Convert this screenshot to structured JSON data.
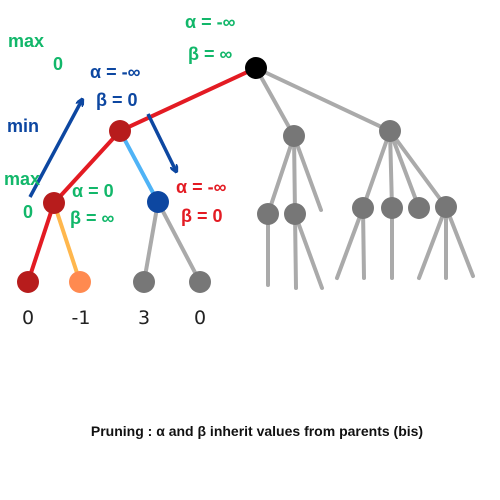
{
  "colors": {
    "green": "#12b76a",
    "blue": "#0d47a1",
    "red": "#e31b23",
    "node_red": "#b71c1c",
    "node_orange": "#ff8a50",
    "node_blue": "#0d47a1",
    "node_grey": "#777777",
    "edge_grey": "#aaaaaa",
    "edge_light_blue": "#4fb3f6",
    "edge_orange": "#ffb74d",
    "black": "#000000"
  },
  "labels": {
    "root_alpha": "α = -∞",
    "root_beta": "β = ∞",
    "level_max_top": "max",
    "level_max_top_value": "0",
    "level_min": "min",
    "min_alpha": "α = -∞",
    "min_beta": "β = 0",
    "level_max_low": "max",
    "level_max_low_value": "0",
    "left_alpha": "α = 0",
    "left_beta": "β = ∞",
    "right_alpha": "α = -∞",
    "right_beta": "β = 0"
  },
  "leaf_values": [
    "0",
    "-1",
    "3",
    "0"
  ],
  "caption": "Pruning : α and β inherit values from parents (bis)"
}
